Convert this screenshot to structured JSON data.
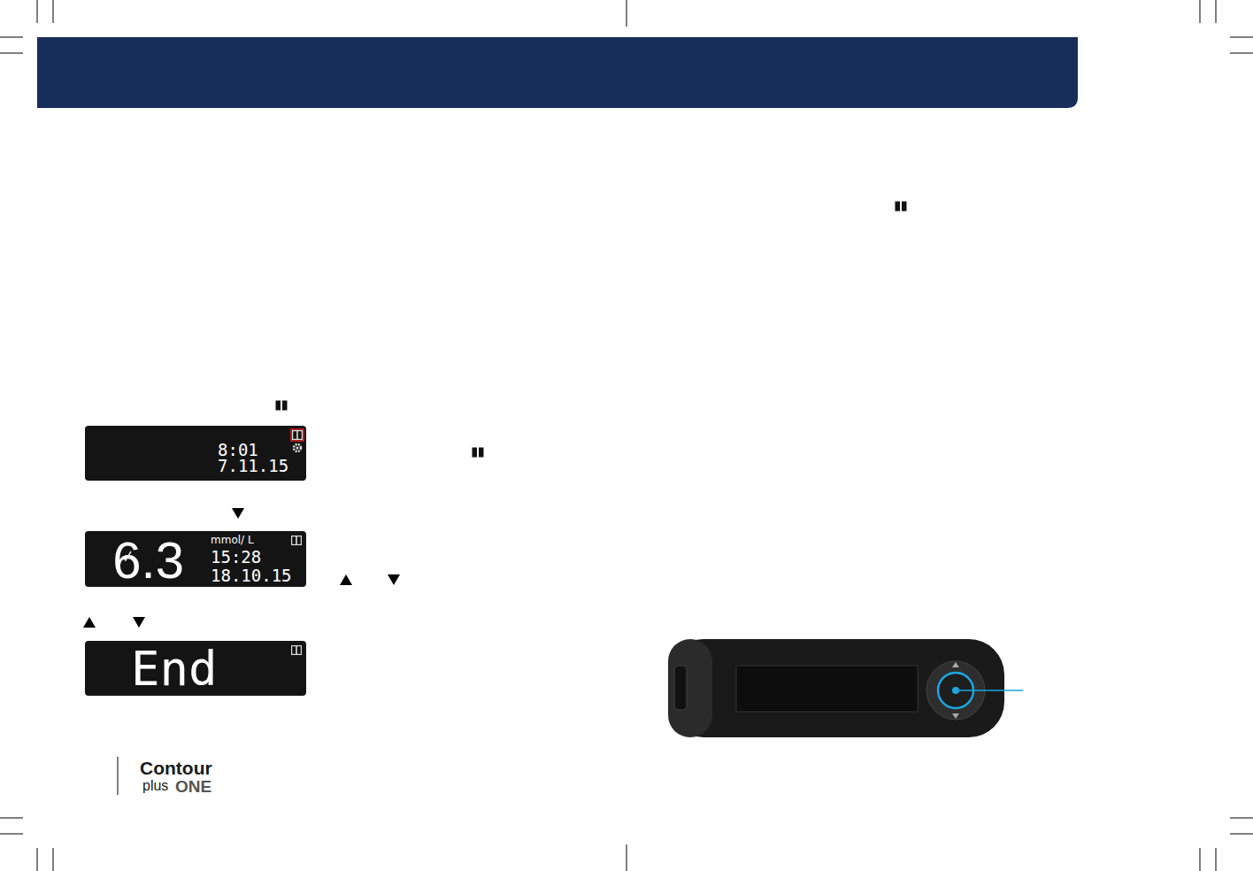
{
  "diagram": {
    "nodes": [
      {
        "text": [
          "8:01",
          "7.11.15"
        ]
      },
      {
        "text": [
          "6.3",
          "mmol/ L",
          "15:28",
          "18.10.15"
        ]
      },
      {
        "text": [
          "End"
        ]
      }
    ],
    "labels": [
      "Contour",
      "plus",
      "ONE"
    ]
  }
}
